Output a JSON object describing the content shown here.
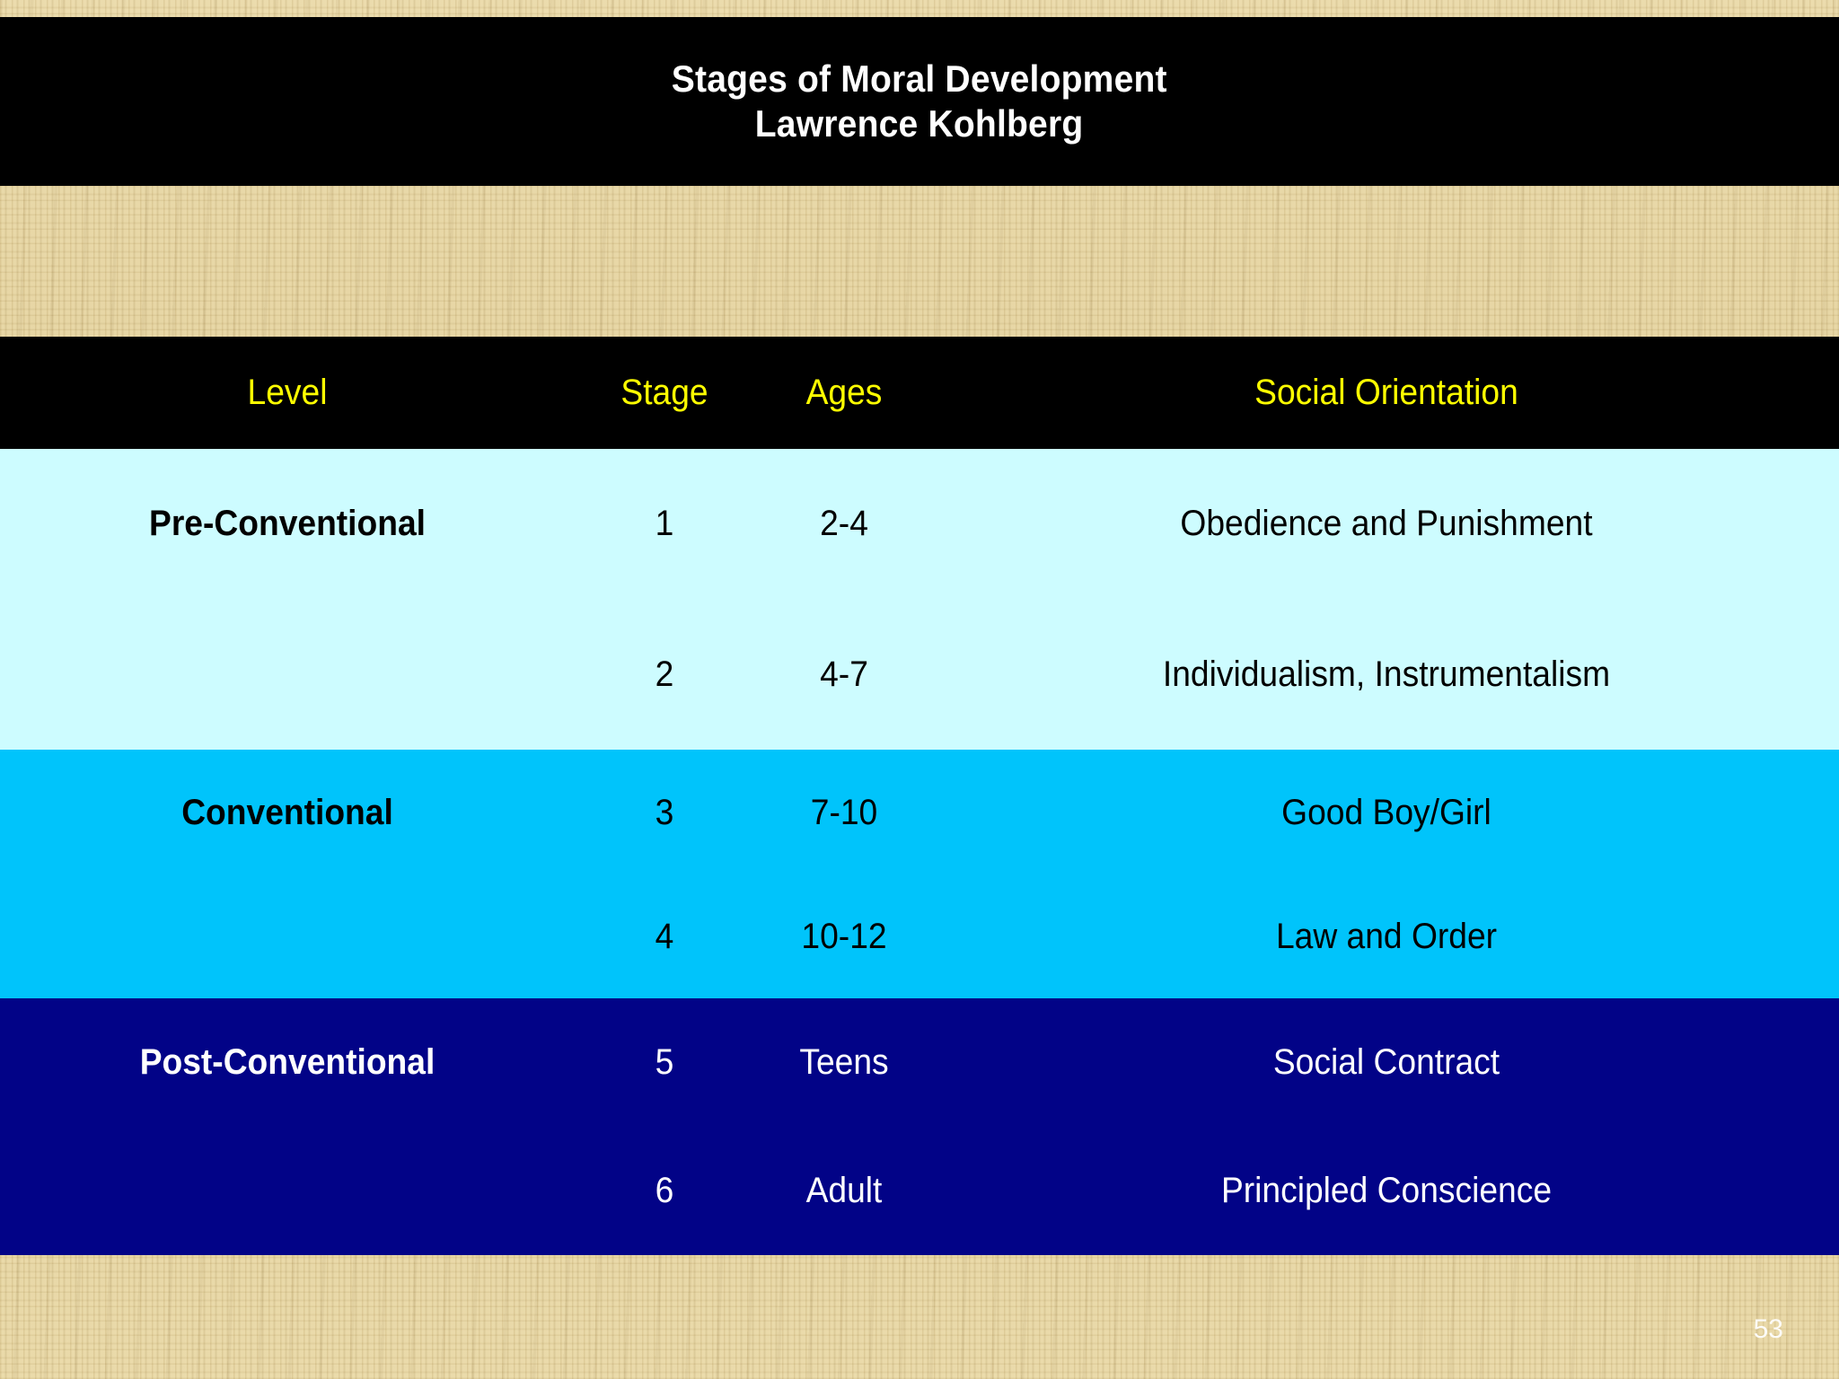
{
  "slide": {
    "page_number": "53",
    "background": "#e2cd97"
  },
  "title": {
    "line1": "Stages of Moral Development",
    "line2": "Lawrence Kohlberg",
    "color": "#ffffff",
    "band_color": "#000000"
  },
  "table": {
    "header_band_color": "#000000",
    "header_text_color": "#ffff00",
    "columns": [
      {
        "key": "level",
        "label": "Level"
      },
      {
        "key": "stage",
        "label": "Stage"
      },
      {
        "key": "ages",
        "label": "Ages"
      },
      {
        "key": "social",
        "label": "Social Orientation"
      }
    ],
    "groups": [
      {
        "name": "Pre-Conventional",
        "band_color": "#cdfcff",
        "text_color": "#000000",
        "rows": [
          {
            "level": "Pre-Conventional",
            "stage": "1",
            "ages": "2-4",
            "social": "Obedience and Punishment"
          },
          {
            "level": "",
            "stage": "2",
            "ages": "4-7",
            "social": "Individualism, Instrumentalism"
          }
        ]
      },
      {
        "name": "Conventional",
        "band_color": "#00c4fb",
        "text_color": "#000000",
        "rows": [
          {
            "level": "Conventional",
            "stage": "3",
            "ages": "7-10",
            "social": "Good Boy/Girl"
          },
          {
            "level": "",
            "stage": "4",
            "ages": "10-12",
            "social": "Law and Order"
          }
        ]
      },
      {
        "name": "Post-Conventional",
        "band_color": "#020387",
        "text_color": "#ffffff",
        "rows": [
          {
            "level": "Post-Conventional",
            "stage": "5",
            "ages": "Teens",
            "social": "Social Contract"
          },
          {
            "level": "",
            "stage": "6",
            "ages": "Adult",
            "social": "Principled Conscience"
          }
        ]
      }
    ]
  }
}
